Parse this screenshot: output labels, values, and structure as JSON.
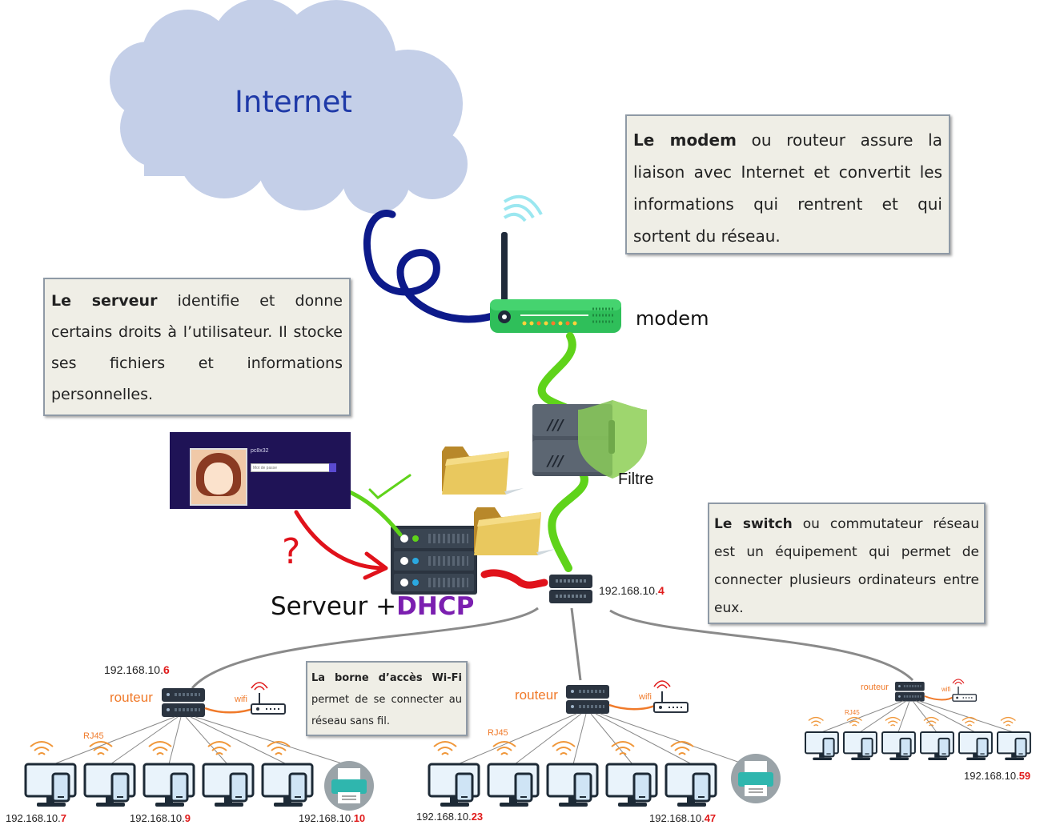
{
  "cloud": {
    "label": "Internet"
  },
  "modem": {
    "label": "modem"
  },
  "filter": {
    "label": "Filtre"
  },
  "server": {
    "label_prefix": "Serveur +",
    "label_dhcp": "DHCP"
  },
  "question_mark": "?",
  "login": {
    "username": "pc8x32",
    "password_placeholder": "Mot de passe"
  },
  "switch_main": {
    "ip_prefix": "192.168.10.",
    "ip_suffix": "4"
  },
  "notes": {
    "modem": {
      "bold": "Le modem",
      "text": " ou routeur assure la liaison avec Internet et convertit les informations qui rentrent et qui sortent du réseau."
    },
    "server": {
      "bold": "Le serveur",
      "text": " identifie et donne certains droits à l’utilisateur. Il stocke ses fichiers et informations personnelles."
    },
    "switch": {
      "bold": "Le switch",
      "text": " ou commutateur réseau est un équipement qui permet de connecter plusieurs ordinateurs entre eux."
    },
    "wifi": {
      "bold": "La borne d’accès Wi-Fi",
      "text": " permet de se connecter au réseau sans fil."
    }
  },
  "groups": [
    {
      "router_label": "routeur",
      "wifi_label": "wifi",
      "cable_label": "RJ45",
      "router_ip_prefix": "192.168.10.",
      "router_ip_suffix": "6",
      "ips": [
        {
          "prefix": "192.168.10.",
          "suffix": "7"
        },
        {
          "prefix": "192.168.10.",
          "suffix": "9"
        },
        {
          "prefix": "192.168.10.",
          "suffix": "10"
        }
      ]
    },
    {
      "router_label": "routeur",
      "wifi_label": "wifi",
      "cable_label": "RJ45",
      "ips": [
        {
          "prefix": "192.168.10.",
          "suffix": "23"
        },
        {
          "prefix": "192.168.10.",
          "suffix": "47"
        }
      ]
    },
    {
      "router_label": "routeur",
      "wifi_label": "wifi",
      "cable_label": "RJ45",
      "ips": [
        {
          "prefix": "192.168.10.",
          "suffix": "59"
        }
      ]
    }
  ],
  "colors": {
    "cable_green": "#5fd31a",
    "cable_blue": "#0d1a8a",
    "cable_red": "#e0121b",
    "modem_green": "#2fbf5a",
    "shield_green": "#86c45a",
    "dhcp_purple": "#7b1fb0",
    "ip_highlight": "#e01b1b",
    "orange_label": "#f07a2a",
    "internet_text": "#1f3aa8"
  }
}
